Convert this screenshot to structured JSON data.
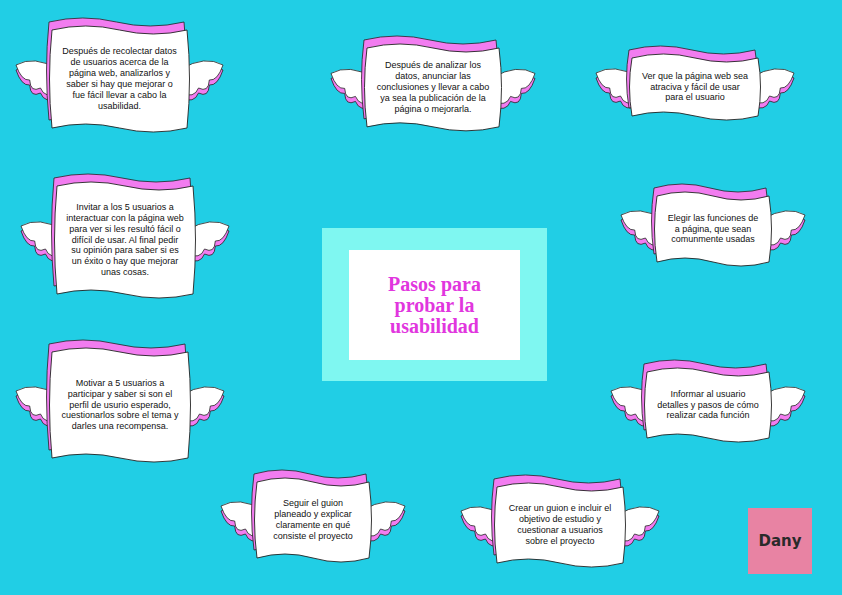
{
  "diagram": {
    "title": "Pasos para probar la usabilidad",
    "nodes": [
      {
        "text": [
          "Después de recolectar datos de usuarios acerca de la página web, analizarlos y saber si hay que mejorar o fue fácil llevar a cabo la usabilidad."
        ]
      },
      {
        "text": [
          "Después de analizar los datos, anunciar las conclusiones y llevar a cabo ya sea la publicación de la página o mejorarla."
        ]
      },
      {
        "text": [
          "Ver que la página web sea atraciva y fácil de usar para el usuario"
        ]
      },
      {
        "text": [
          "Invitar a los 5 usuarios a interactuar con la página web para ver si les resultó fácil o difícil de usar. Al final pedir su opinión para saber si es un éxito o hay que mejorar unas cosas."
        ]
      },
      {
        "text": [
          "Elegir las funciones de a página, que sean comunmente usadas"
        ]
      },
      {
        "text": [
          "Motivar a 5 usuarios a participar y saber si son el perfil de usurio esperado, cuestionarlos sobre el tema y darles una recompensa."
        ]
      },
      {
        "text": [
          "Informar al usuario detalles y pasos de cómo realizar cada función"
        ]
      },
      {
        "text": [
          "Seguir el guion planeado y explicar claramente en qué consiste el proyecto"
        ]
      },
      {
        "text": [
          "Crear un guion e incluir el objetivo de estudio y cuestionar a usuarios sobre el proyecto"
        ]
      }
    ],
    "labels": [
      "Dany"
    ]
  }
}
